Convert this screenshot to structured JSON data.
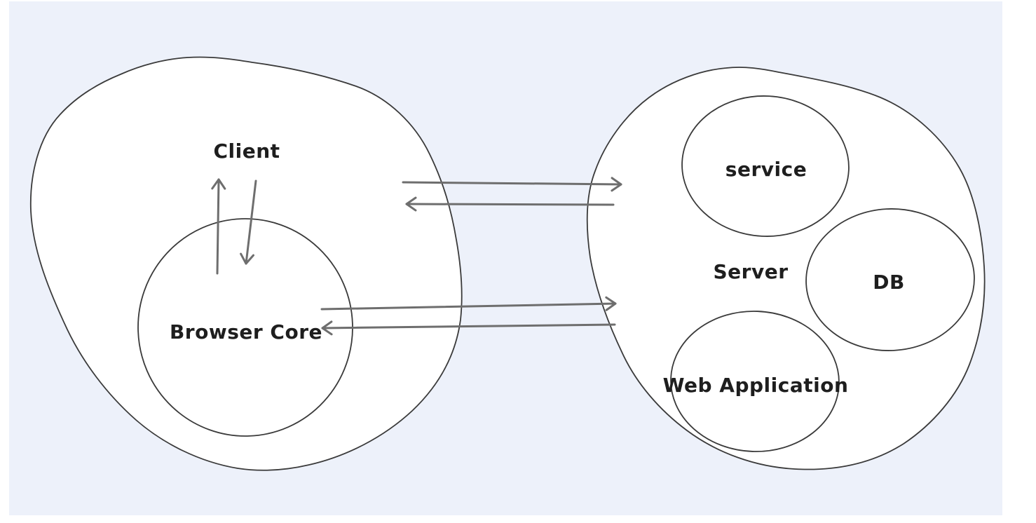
{
  "canvas": {
    "background_color": "#edf1fa",
    "page_background_color": "#ffffff",
    "shape_fill_color": "#ffffff",
    "shape_stroke_color": "#3a3a3a",
    "arrow_color": "#6e6e6e",
    "text_color": "#1e1e1e"
  },
  "nodes": {
    "client": {
      "label": "Client"
    },
    "browser_core": {
      "label": "Browser Core"
    },
    "server": {
      "label": "Server"
    },
    "service": {
      "label": "service"
    },
    "db": {
      "label": "DB"
    },
    "web_application": {
      "label": "Web Application"
    }
  },
  "arrows": [
    {
      "from": "Client",
      "to": "Server",
      "direction": "right"
    },
    {
      "from": "Server",
      "to": "Client",
      "direction": "left"
    },
    {
      "from": "Browser Core",
      "to": "Server",
      "direction": "right"
    },
    {
      "from": "Server",
      "to": "Browser Core",
      "direction": "left"
    },
    {
      "from": "Browser Core",
      "to": "Client",
      "direction": "up"
    },
    {
      "from": "Client",
      "to": "Browser Core",
      "direction": "down"
    }
  ]
}
